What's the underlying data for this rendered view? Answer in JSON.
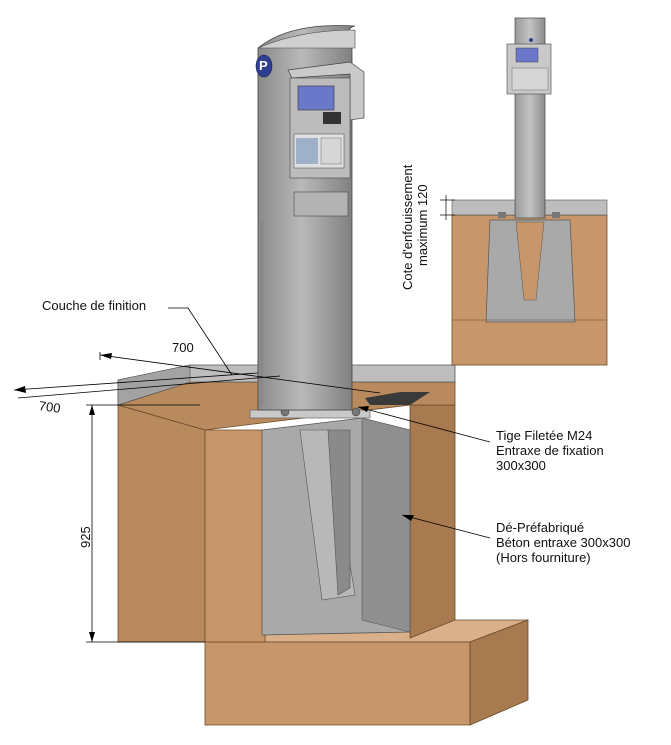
{
  "labels": {
    "couche": "Couche de finition",
    "dim_700_top": "700",
    "dim_700_left": "700",
    "dim_925": "925",
    "tige": [
      "Tige Filetée M24",
      "Entraxe de fixation",
      "300x300"
    ],
    "de": [
      "Dé-Préfabriqué",
      "Béton entraxe 300x300",
      "(Hors fourniture)"
    ],
    "cote": [
      "Cote d'enfouissement",
      "maximum 120"
    ],
    "parking_symbol": "P"
  },
  "colors": {
    "soil_front": "#c7966a",
    "soil_side": "#a77a50",
    "soil_top": "#b98a5e",
    "concrete": "#a9a9a9",
    "post": "#9c9c9c",
    "screen": "#6b78c9",
    "badge": "#2f3f8f"
  }
}
